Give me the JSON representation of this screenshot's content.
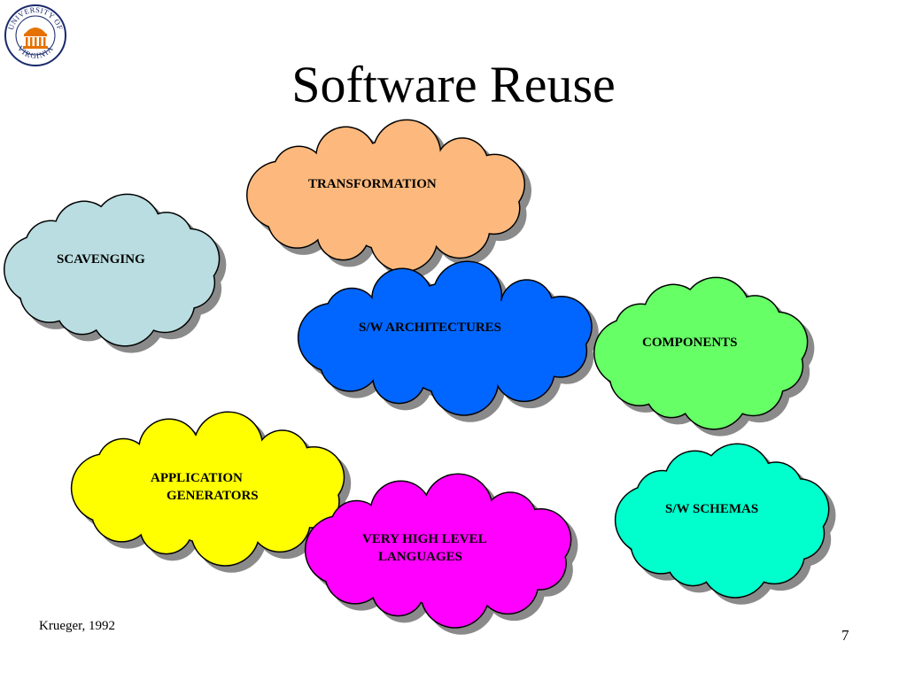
{
  "slide": {
    "title": "Software Reuse",
    "citation": "Krueger, 1992",
    "page_number": "7"
  },
  "logo": {
    "icon": "university-seal-icon",
    "text_top": "UNIVERSITY OF",
    "text_bottom": "VIRGINIA",
    "color": "#e57200",
    "ring_color": "#1a2a6c"
  },
  "clouds": {
    "transformation": {
      "lines": [
        "TRANSFORMATION"
      ],
      "color": "#fdb97d"
    },
    "scavenging": {
      "lines": [
        "SCAVENGING"
      ],
      "color": "#b9dde0"
    },
    "architectures": {
      "lines": [
        "S/W ARCHITECTURES"
      ],
      "color": "#0066ff"
    },
    "components": {
      "lines": [
        "COMPONENTS"
      ],
      "color": "#66ff66"
    },
    "generators": {
      "lines": [
        "APPLICATION",
        "GENERATORS"
      ],
      "color": "#ffff00"
    },
    "languages": {
      "lines": [
        "VERY HIGH LEVEL",
        "LANGUAGES"
      ],
      "color": "#ff00ff"
    },
    "schemas": {
      "lines": [
        "S/W SCHEMAS"
      ],
      "color": "#00ffcc"
    }
  }
}
